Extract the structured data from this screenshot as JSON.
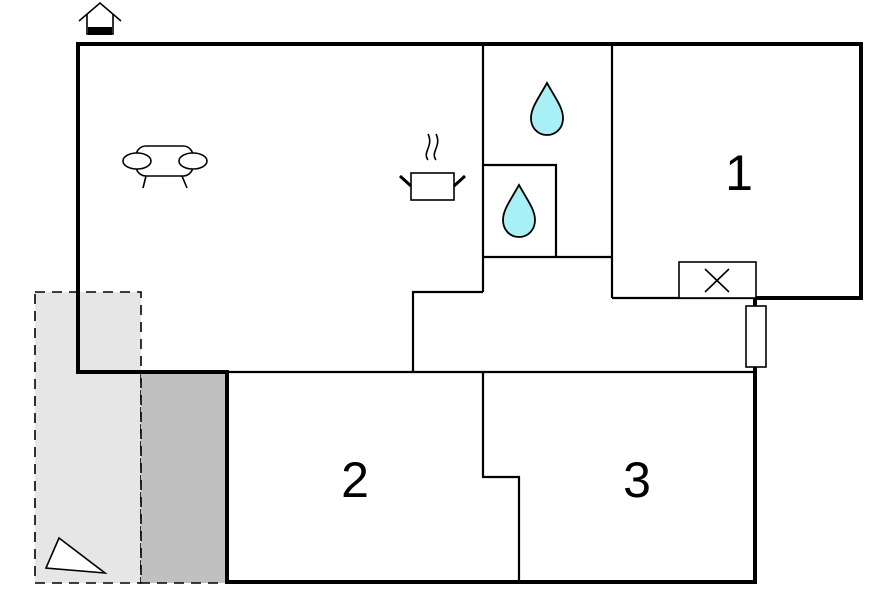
{
  "rooms": {
    "room_1": "1",
    "room_2": "2",
    "room_3": "3"
  },
  "colors": {
    "terrace_light": "#e6e6e6",
    "terrace_dark": "#c0c0c0",
    "water": "#a8f0f5",
    "wall": "#000000"
  },
  "icons": [
    "home-entrance-icon",
    "sofa-icon",
    "cooking-pot-icon",
    "water-drop-icon",
    "water-drop-icon",
    "fireplace-icon",
    "radiator-icon",
    "north-arrow-icon"
  ]
}
